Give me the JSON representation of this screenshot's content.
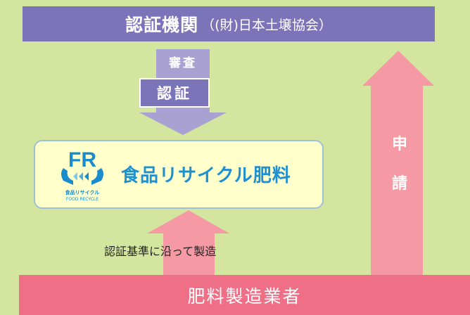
{
  "certification_body": {
    "title": "認証機関",
    "subtitle": "（(財)日本土壌協会）"
  },
  "review_label": "審査",
  "certification_label": "認証",
  "product": {
    "name": "食品リサイクル肥料",
    "logo": {
      "letters": "FR",
      "jp": "食品リサイクル",
      "en": "FOOD RECYCLE"
    }
  },
  "application": {
    "char1": "申",
    "char2": "請"
  },
  "manufacturing_label": "認証基準に沿って製造",
  "manufacturer": "肥料製造業者",
  "colors": {
    "background": "#d4e5a0",
    "purple": "#7b74b8",
    "light_purple": "#a9a1d2",
    "pink": "#ef6f86",
    "pink_arrow": "#f59aa4",
    "product_fill": "#ffffcc",
    "product_text": "#1f8fd0"
  }
}
